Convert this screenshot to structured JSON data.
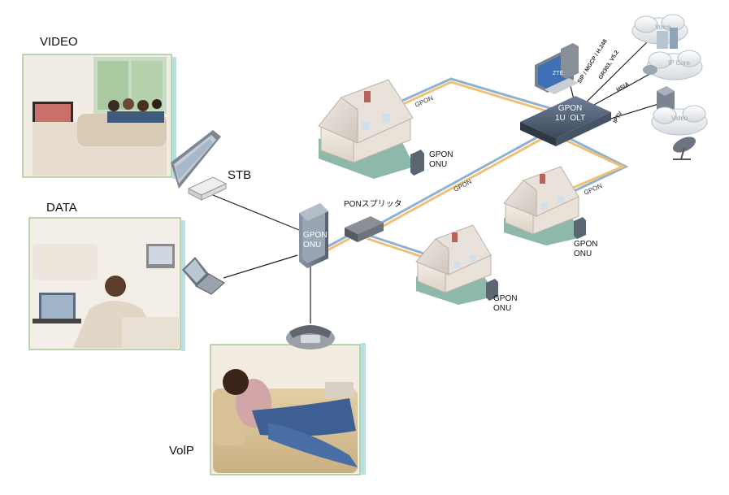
{
  "scenes": {
    "video_label": "VIDEO",
    "data_label": "DATA",
    "voip_label": "VolP"
  },
  "devices": {
    "stb_label": "STB",
    "onu_main_label": "GPON\nONU",
    "splitter_label": "PONスプリッタ",
    "olt_label": "GPON\n1U  OLT",
    "onu_house_left": "GPON\nONU",
    "onu_house_right": "GPON\nONU",
    "onu_house_bottom": "GPON\nONU"
  },
  "links": {
    "gpon_top": "GPON",
    "gpon_mid": "GPON",
    "gpon_right": "GPON",
    "sip_label": "SIP / MGCP / H.248",
    "gr_label": "GR303, V5.2",
    "hsia_label": "HSIA",
    "iptv_label": "IPTV"
  },
  "network": {
    "voice_cloud": "Voice",
    "ip_cloud": "IP Core",
    "video_cloud": "Video",
    "monitor_text": "ZTE"
  },
  "colors": {
    "fiber_blue": "#8fb3cf",
    "fiber_orange": "#f0c078",
    "frame_green": "#7fb36a",
    "frame_cyan": "#b9e0e0"
  }
}
